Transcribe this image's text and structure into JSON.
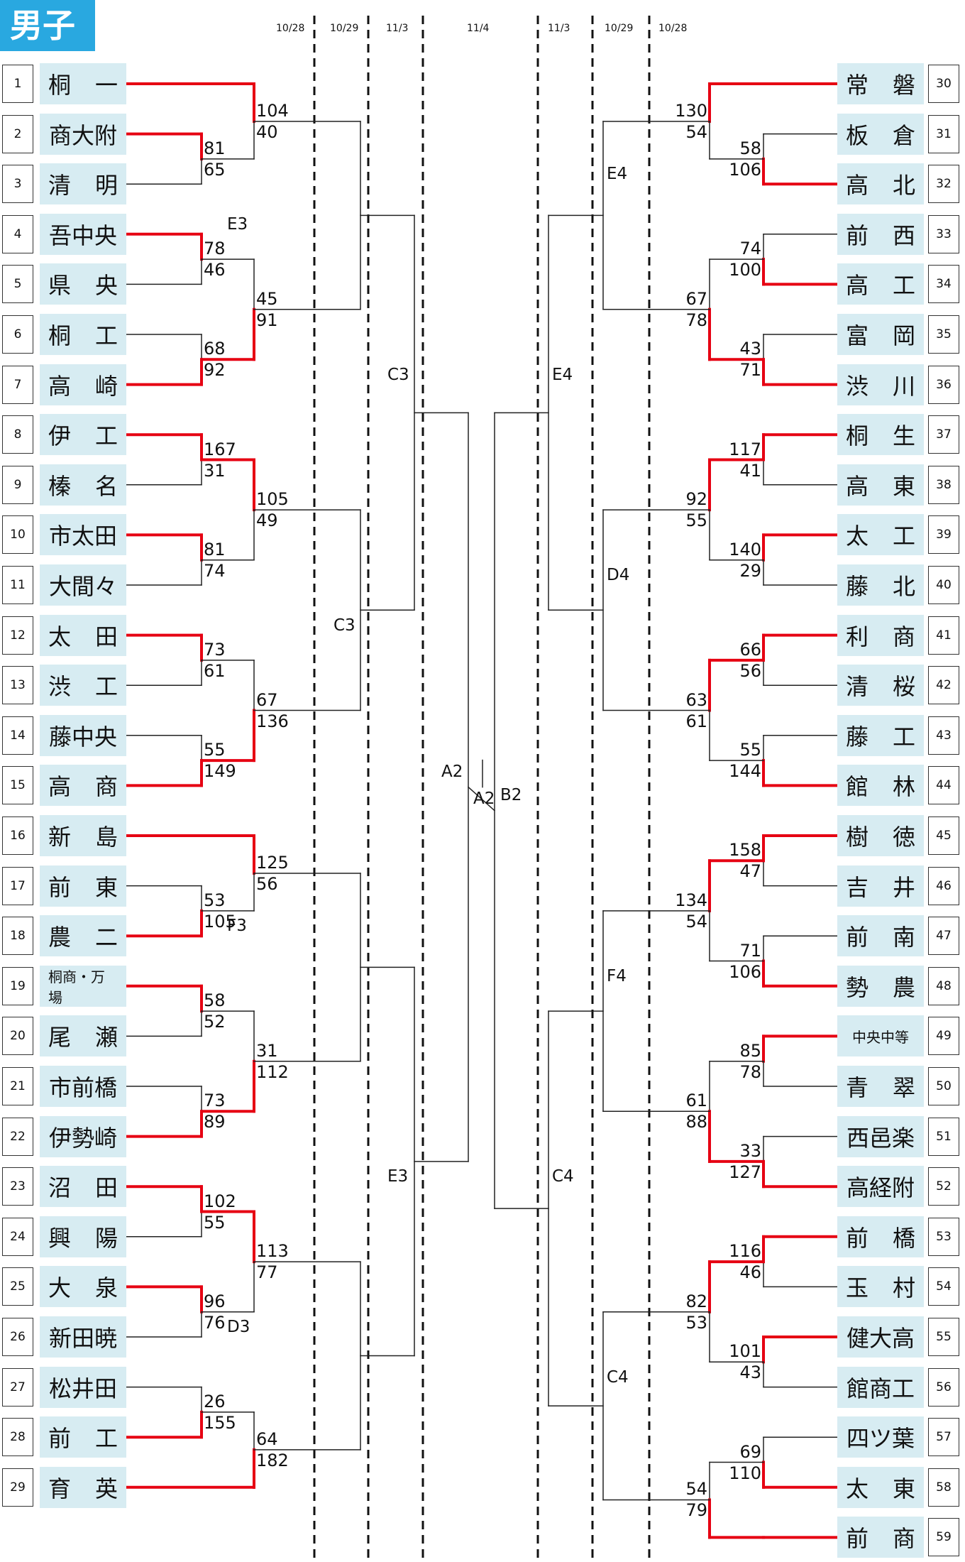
{
  "title": "男子",
  "dates": [
    "10/28",
    "10/29",
    "11/3",
    "11/4",
    "11/3",
    "10/29",
    "10/28"
  ],
  "left_teams": [
    {
      "no": "1",
      "name": "桐一"
    },
    {
      "no": "2",
      "name": "商大附"
    },
    {
      "no": "3",
      "name": "清明"
    },
    {
      "no": "4",
      "name": "吾中央"
    },
    {
      "no": "5",
      "name": "県央"
    },
    {
      "no": "6",
      "name": "桐工"
    },
    {
      "no": "7",
      "name": "高崎"
    },
    {
      "no": "8",
      "name": "伊工"
    },
    {
      "no": "9",
      "name": "榛名"
    },
    {
      "no": "10",
      "name": "市太田"
    },
    {
      "no": "11",
      "name": "大間々"
    },
    {
      "no": "12",
      "name": "太田"
    },
    {
      "no": "13",
      "name": "渋工"
    },
    {
      "no": "14",
      "name": "藤中央"
    },
    {
      "no": "15",
      "name": "高商"
    },
    {
      "no": "16",
      "name": "新島"
    },
    {
      "no": "17",
      "name": "前東"
    },
    {
      "no": "18",
      "name": "農二"
    },
    {
      "no": "19",
      "name": "桐商・万場"
    },
    {
      "no": "20",
      "name": "尾瀬"
    },
    {
      "no": "21",
      "name": "市前橋"
    },
    {
      "no": "22",
      "name": "伊勢崎"
    },
    {
      "no": "23",
      "name": "沼田"
    },
    {
      "no": "24",
      "name": "興陽"
    },
    {
      "no": "25",
      "name": "大泉"
    },
    {
      "no": "26",
      "name": "新田暁"
    },
    {
      "no": "27",
      "name": "松井田"
    },
    {
      "no": "28",
      "name": "前工"
    },
    {
      "no": "29",
      "name": "育英"
    }
  ],
  "right_teams": [
    {
      "no": "30",
      "name": "常磐"
    },
    {
      "no": "31",
      "name": "板倉"
    },
    {
      "no": "32",
      "name": "高北"
    },
    {
      "no": "33",
      "name": "前西"
    },
    {
      "no": "34",
      "name": "高工"
    },
    {
      "no": "35",
      "name": "富岡"
    },
    {
      "no": "36",
      "name": "渋川"
    },
    {
      "no": "37",
      "name": "桐生"
    },
    {
      "no": "38",
      "name": "高東"
    },
    {
      "no": "39",
      "name": "太工"
    },
    {
      "no": "40",
      "name": "藤北"
    },
    {
      "no": "41",
      "name": "利商"
    },
    {
      "no": "42",
      "name": "清桜"
    },
    {
      "no": "43",
      "name": "藤工"
    },
    {
      "no": "44",
      "name": "館林"
    },
    {
      "no": "45",
      "name": "樹徳"
    },
    {
      "no": "46",
      "name": "吉井"
    },
    {
      "no": "47",
      "name": "前南"
    },
    {
      "no": "48",
      "name": "勢農"
    },
    {
      "no": "49",
      "name": "中央中等"
    },
    {
      "no": "50",
      "name": "青翠"
    },
    {
      "no": "51",
      "name": "西邑楽"
    },
    {
      "no": "52",
      "name": "高経附"
    },
    {
      "no": "53",
      "name": "前橋"
    },
    {
      "no": "54",
      "name": "玉村"
    },
    {
      "no": "55",
      "name": "健大高"
    },
    {
      "no": "56",
      "name": "館商工"
    },
    {
      "no": "57",
      "name": "四ツ葉"
    },
    {
      "no": "58",
      "name": "太東"
    },
    {
      "no": "59",
      "name": "前商"
    }
  ],
  "matches": [
    {
      "s1": "81",
      "s2": "65"
    },
    {
      "s1": "104",
      "s2": "40"
    },
    {
      "s1": "78",
      "s2": "46"
    },
    {
      "s1": "68",
      "s2": "92"
    },
    {
      "s1": "45",
      "s2": "91"
    },
    {
      "s1": "167",
      "s2": "31"
    },
    {
      "s1": "81",
      "s2": "74"
    },
    {
      "s1": "105",
      "s2": "49"
    },
    {
      "s1": "73",
      "s2": "61"
    },
    {
      "s1": "55",
      "s2": "149"
    },
    {
      "s1": "67",
      "s2": "136"
    },
    {
      "s1": "53",
      "s2": "105"
    },
    {
      "s1": "125",
      "s2": "56"
    },
    {
      "s1": "58",
      "s2": "52"
    },
    {
      "s1": "73",
      "s2": "89"
    },
    {
      "s1": "31",
      "s2": "112"
    },
    {
      "s1": "102",
      "s2": "55"
    },
    {
      "s1": "96",
      "s2": "76"
    },
    {
      "s1": "113",
      "s2": "77"
    },
    {
      "s1": "26",
      "s2": "155"
    },
    {
      "s1": "64",
      "s2": "182"
    },
    {
      "s1": "58",
      "s2": "106"
    },
    {
      "s1": "130",
      "s2": "54"
    },
    {
      "s1": "74",
      "s2": "100"
    },
    {
      "s1": "43",
      "s2": "71"
    },
    {
      "s1": "67",
      "s2": "78"
    },
    {
      "s1": "117",
      "s2": "41"
    },
    {
      "s1": "140",
      "s2": "29"
    },
    {
      "s1": "92",
      "s2": "55"
    },
    {
      "s1": "66",
      "s2": "56"
    },
    {
      "s1": "55",
      "s2": "144"
    },
    {
      "s1": "63",
      "s2": "61"
    },
    {
      "s1": "158",
      "s2": "47"
    },
    {
      "s1": "71",
      "s2": "106"
    },
    {
      "s1": "134",
      "s2": "54"
    },
    {
      "s1": "85",
      "s2": "78"
    },
    {
      "s1": "33",
      "s2": "127"
    },
    {
      "s1": "61",
      "s2": "88"
    },
    {
      "s1": "116",
      "s2": "46"
    },
    {
      "s1": "101",
      "s2": "43"
    },
    {
      "s1": "82",
      "s2": "53"
    },
    {
      "s1": "69",
      "s2": "110"
    },
    {
      "s1": "54",
      "s2": "79"
    }
  ],
  "venues": [
    "E3",
    "F3",
    "D3",
    "C3",
    "E3",
    "C3",
    "A2",
    "A2",
    "B2",
    "E4",
    "D4",
    "F4",
    "C4",
    "E4",
    "C4"
  ],
  "colors": {
    "win_line": "#e60012",
    "line": "#222222",
    "title_bg": "#29a8e0",
    "name_bg": "#d7ecf2"
  }
}
